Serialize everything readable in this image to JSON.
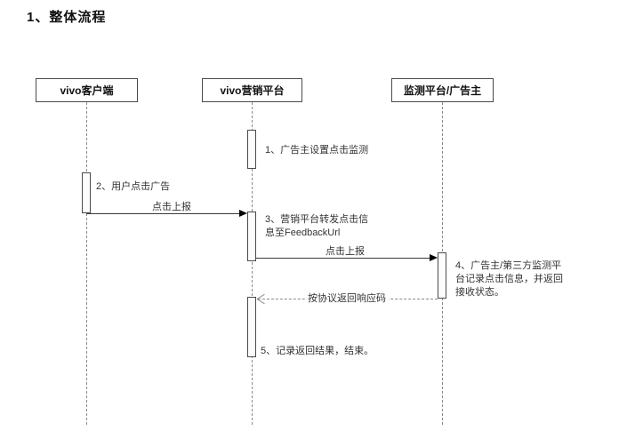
{
  "title": "1、整体流程",
  "actors": [
    {
      "label": "vivo客户端"
    },
    {
      "label": "vivo营销平台"
    },
    {
      "label": "监测平台/广告主"
    }
  ],
  "steps": [
    {
      "label": "1、广告主设置点击监测"
    },
    {
      "label": "2、用户点击广告"
    },
    {
      "label": "3、营销平台转发点击信\n息至FeedbackUrl"
    },
    {
      "label": "4、广告主/第三方监测平\n台记录点击信息，并返回\n接收状态。"
    },
    {
      "label": "5、记录返回结果，结束。"
    }
  ],
  "messages": [
    {
      "label": "点击上报"
    },
    {
      "label": "点击上报"
    },
    {
      "label": "按协议返回响应码"
    }
  ],
  "colors": {
    "line": "#3a3a3a",
    "dashed": "#8a8a8a",
    "text": "#333333",
    "background": "#ffffff"
  }
}
